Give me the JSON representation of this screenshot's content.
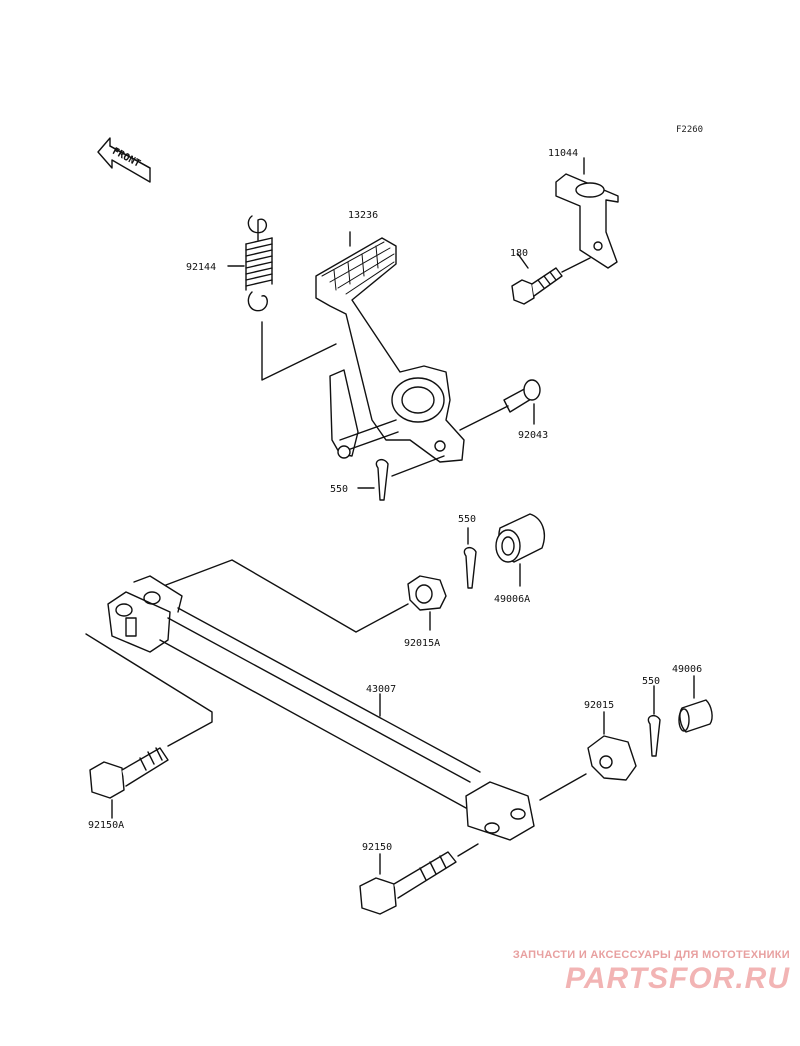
{
  "figure_code": "F2260",
  "front_label": "FRONT",
  "parts": {
    "p11044": "11044",
    "p180": "180",
    "p13236": "13236",
    "p92144": "92144",
    "p92043": "92043",
    "p550_a": "550",
    "p550_b": "550",
    "p49006A": "49006A",
    "p92015A": "92015A",
    "p43007": "43007",
    "p92015": "92015",
    "p550_c": "550",
    "p49006": "49006",
    "p92150A": "92150A",
    "p92150": "92150"
  },
  "watermark": {
    "tagline": "ЗАПЧАСТИ И АКСЕССУАРЫ ДЛЯ МОТОТЕХНИКИ",
    "logo": "PARTSFOR.RU"
  }
}
